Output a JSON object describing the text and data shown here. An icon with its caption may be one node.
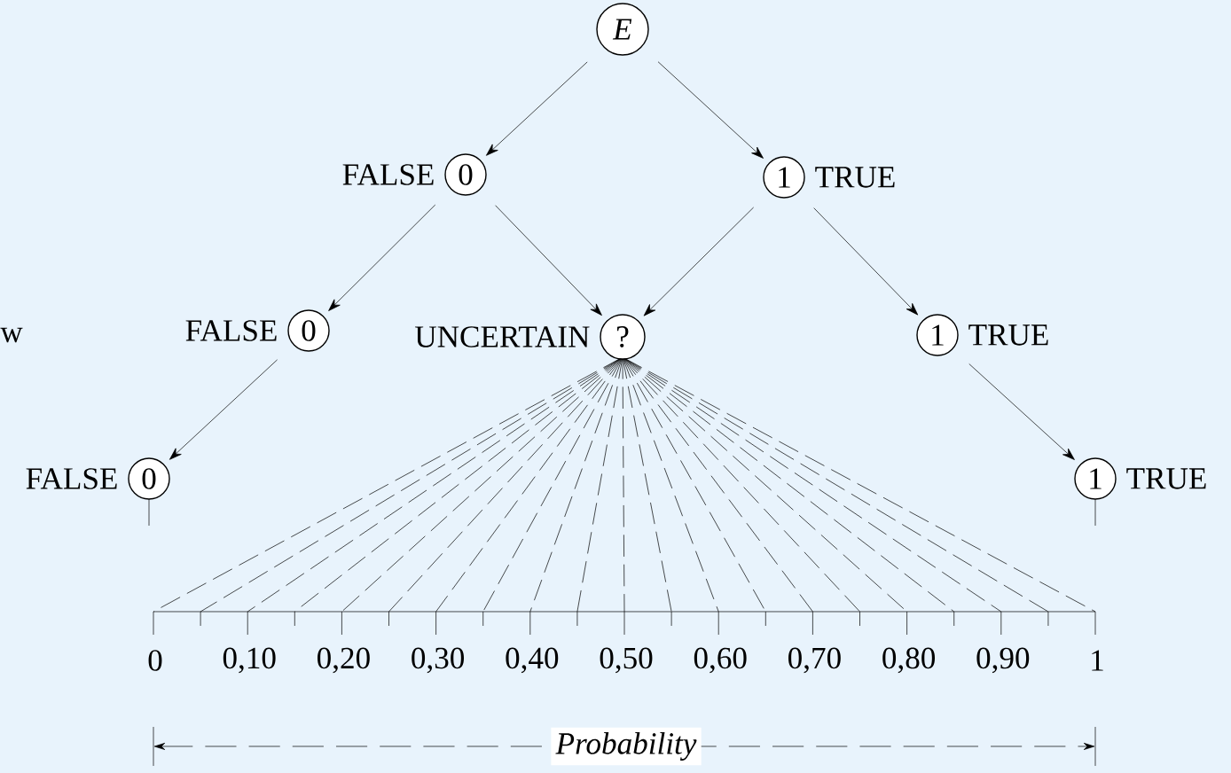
{
  "diagram": {
    "nodes": [
      {
        "text": [
          "E"
        ]
      },
      {
        "text": [
          "0"
        ],
        "beside": [
          "FALSE"
        ]
      },
      {
        "text": [
          "1"
        ],
        "beside": [
          "TRUE"
        ]
      },
      {
        "text": [
          "0"
        ],
        "beside": [
          "FALSE"
        ]
      },
      {
        "text": [
          "?"
        ],
        "beside": [
          "UNCERTAIN"
        ]
      },
      {
        "text": [
          "1"
        ],
        "beside": [
          "TRUE"
        ]
      },
      {
        "text": [
          "0"
        ],
        "beside": [
          "FALSE"
        ]
      },
      {
        "text": [
          "1"
        ],
        "beside": [
          "TRUE"
        ]
      }
    ],
    "edges": [
      {
        "from": 0,
        "to": 1,
        "arrow": "to"
      },
      {
        "from": 0,
        "to": 2,
        "arrow": "to"
      },
      {
        "from": 1,
        "to": 3,
        "arrow": "to"
      },
      {
        "from": 1,
        "to": 4,
        "arrow": "to"
      },
      {
        "from": 2,
        "to": 4,
        "arrow": "to"
      },
      {
        "from": 2,
        "to": 5,
        "arrow": "to"
      },
      {
        "from": 3,
        "to": 6,
        "arrow": "to"
      },
      {
        "from": 5,
        "to": 7,
        "arrow": "to"
      }
    ],
    "labels": [
      "w",
      "0",
      "0,10",
      "0,20",
      "0,30",
      "0,40",
      "0,50",
      "0,60",
      "0,70",
      "0,80",
      "0,90",
      "1",
      "Probability"
    ]
  }
}
